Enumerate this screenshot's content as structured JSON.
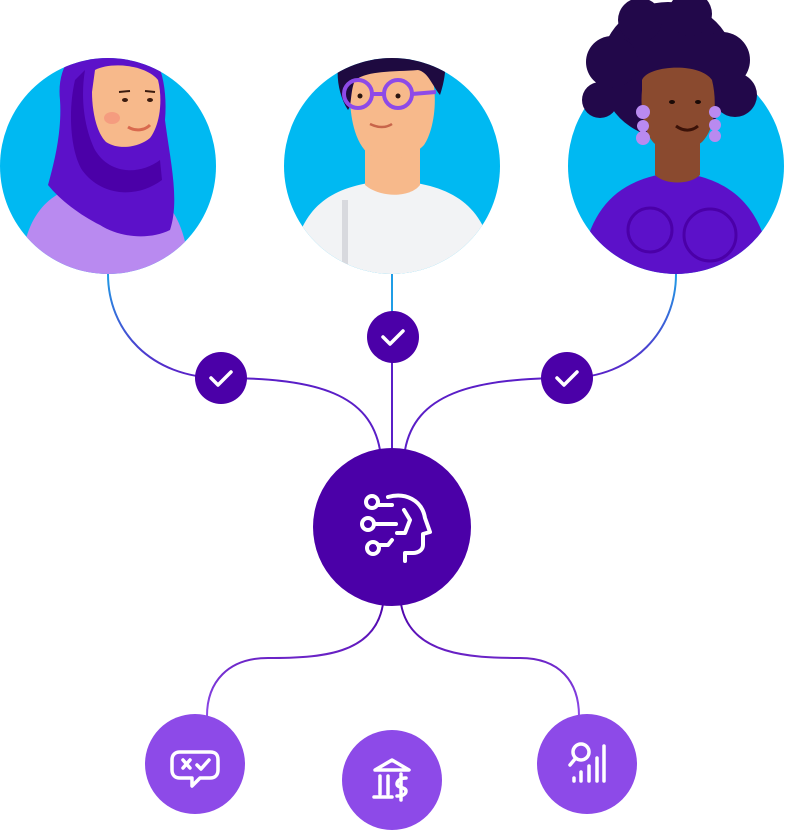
{
  "colors": {
    "sky": "#00b9f2",
    "deep_purple": "#4b00a8",
    "mid_purple": "#5c11c9",
    "light_purple": "#8d4ae8",
    "lavender": "#b98af0",
    "connector_blue": "#1f9de6",
    "connector_purple": "#5a1ec7",
    "white": "#ffffff"
  },
  "people": [
    {
      "id": "person-hijab-woman",
      "icon": "person-hijab-avatar"
    },
    {
      "id": "person-glasses-man",
      "icon": "person-glasses-avatar"
    },
    {
      "id": "person-curly-hair-woman",
      "icon": "person-afro-avatar"
    }
  ],
  "hub": {
    "icon": "ai-head-circuit-icon"
  },
  "checks": [
    {
      "icon": "checkmark-icon"
    },
    {
      "icon": "checkmark-icon"
    },
    {
      "icon": "checkmark-icon"
    }
  ],
  "outputs": [
    {
      "icon": "chat-feedback-icon"
    },
    {
      "icon": "bank-dollar-icon"
    },
    {
      "icon": "analytics-chart-icon"
    }
  ]
}
